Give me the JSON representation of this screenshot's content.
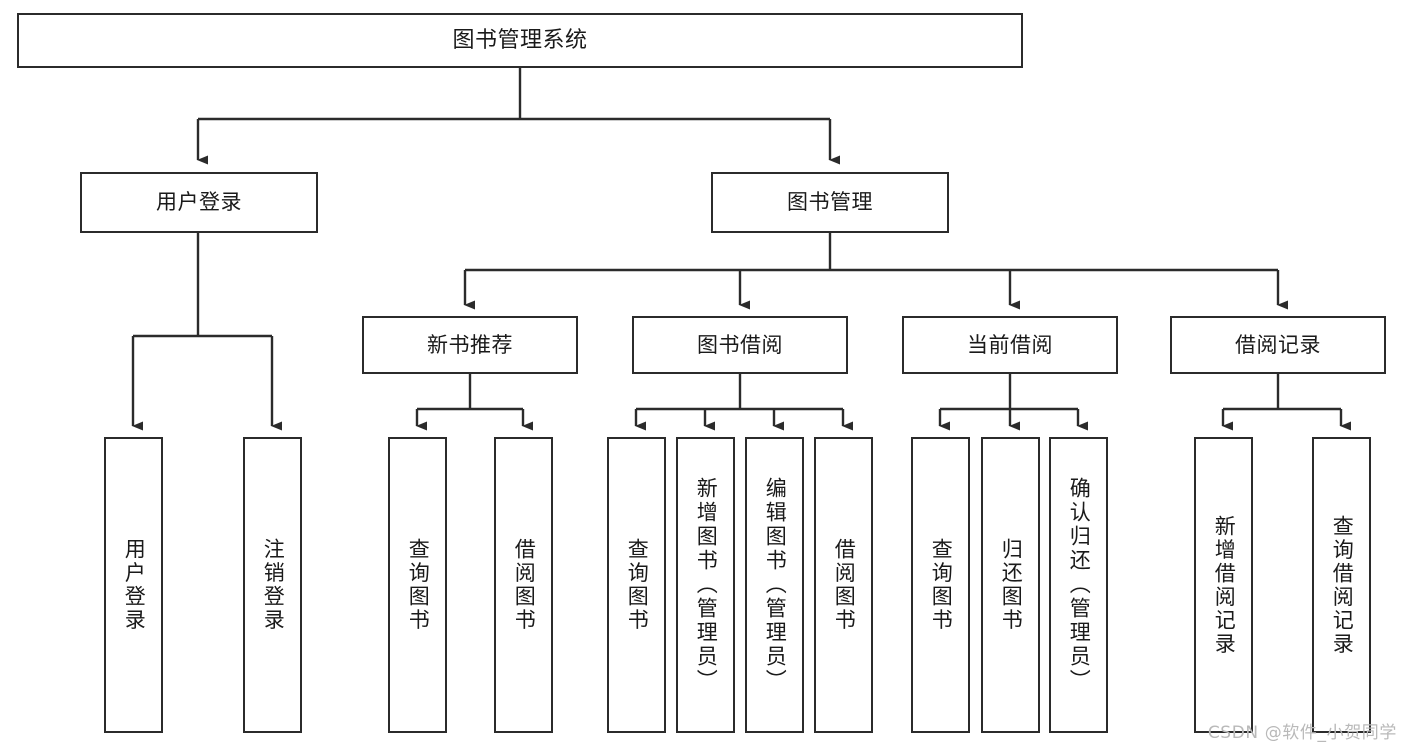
{
  "diagram": {
    "title": "图书管理系统",
    "type": "tree-hierarchy-diagram",
    "watermark": "CSDN @软件_小贺同学",
    "colors": {
      "box_border": "#2b2b2b",
      "box_fill": "#ffffff",
      "edge": "#2b2b2b",
      "text": "#1a1a1a",
      "watermark": "#b9b9b9"
    },
    "root": {
      "id": "root",
      "label": "图书管理系统"
    },
    "level1": [
      {
        "id": "user-login",
        "label": "用户登录"
      },
      {
        "id": "book-management",
        "label": "图书管理"
      }
    ],
    "level2": [
      {
        "id": "new-book-recommend",
        "label": "新书推荐"
      },
      {
        "id": "book-borrow",
        "label": "图书借阅"
      },
      {
        "id": "current-borrow",
        "label": "当前借阅"
      },
      {
        "id": "borrow-record",
        "label": "借阅记录"
      }
    ],
    "leaves": {
      "user_login": [
        {
          "id": "leaf-user-login",
          "label": "用户登录"
        },
        {
          "id": "leaf-logout-login",
          "label": "注销登录"
        }
      ],
      "new_book_recommend": [
        {
          "id": "leaf-query-book-1",
          "label": "查询图书"
        },
        {
          "id": "leaf-borrow-book-1",
          "label": "借阅图书"
        }
      ],
      "book_borrow": [
        {
          "id": "leaf-query-book-2",
          "label": "查询图书"
        },
        {
          "id": "leaf-add-book",
          "label": "新增图书（管理员）"
        },
        {
          "id": "leaf-edit-book",
          "label": "编辑图书（管理员）"
        },
        {
          "id": "leaf-borrow-book-2",
          "label": "借阅图书"
        }
      ],
      "current_borrow": [
        {
          "id": "leaf-query-book-3",
          "label": "查询图书"
        },
        {
          "id": "leaf-return-book",
          "label": "归还图书"
        },
        {
          "id": "leaf-confirm-return",
          "label": "确认归还（管理员）"
        }
      ],
      "borrow_record": [
        {
          "id": "leaf-add-record",
          "label": "新增借阅记录"
        },
        {
          "id": "leaf-query-record",
          "label": "查询借阅记录"
        }
      ]
    }
  }
}
